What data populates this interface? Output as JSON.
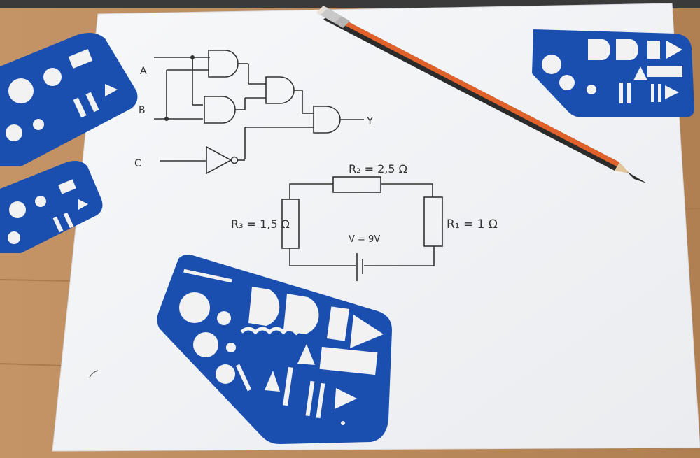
{
  "colors": {
    "desk": "#b98a5c",
    "desk_grain": "#a87a4d",
    "paper": "#f4f5f7",
    "ink": "#333333",
    "stencil": "#1a4fb0",
    "stencil_dark": "#123a85",
    "pencil_body": "#2b2b2b",
    "pencil_stripe": "#e0622a",
    "pencil_ferrule": "#c9c9c9",
    "pencil_eraser": "#e8e2d8",
    "pencil_wood": "#e2c49a"
  },
  "logic_circuit": {
    "input_a": "A",
    "input_b": "B",
    "input_c": "C",
    "output": "Y"
  },
  "resistor_circuit": {
    "r2_label": "R₂ = 2,5 Ω",
    "r3_label": "R₃ = 1,5 Ω",
    "r1_label": "R₁ = 1 Ω",
    "voltage_label": "V = 9V"
  }
}
